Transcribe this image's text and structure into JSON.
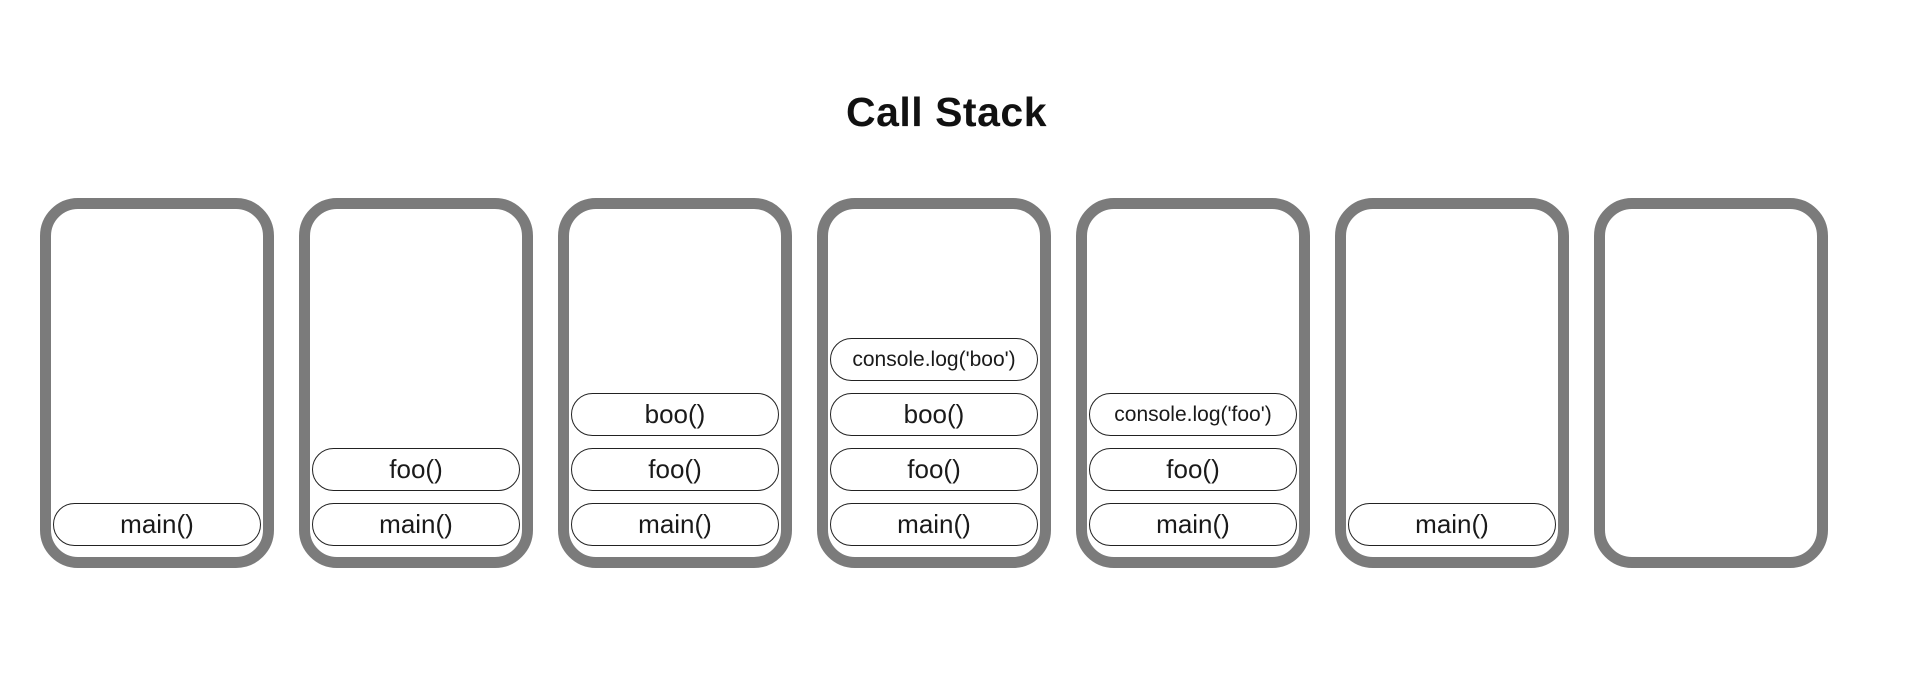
{
  "title": "Call Stack",
  "colors": {
    "background": "#ffffff",
    "frame_border": "#7b7b7b",
    "pill_border": "#222222",
    "pill_text": "#1a1a1a",
    "title_text": "#111111"
  },
  "frames": [
    {
      "items": [
        {
          "label": "main()",
          "small": false
        }
      ]
    },
    {
      "items": [
        {
          "label": "foo()",
          "small": false
        },
        {
          "label": "main()",
          "small": false
        }
      ]
    },
    {
      "items": [
        {
          "label": "boo()",
          "small": false
        },
        {
          "label": "foo()",
          "small": false
        },
        {
          "label": "main()",
          "small": false
        }
      ]
    },
    {
      "items": [
        {
          "label": "console.log('boo')",
          "small": true
        },
        {
          "label": "boo()",
          "small": false
        },
        {
          "label": "foo()",
          "small": false
        },
        {
          "label": "main()",
          "small": false
        }
      ]
    },
    {
      "items": [
        {
          "label": "console.log('foo')",
          "small": true
        },
        {
          "label": "foo()",
          "small": false
        },
        {
          "label": "main()",
          "small": false
        }
      ]
    },
    {
      "items": [
        {
          "label": "main()",
          "small": false
        }
      ]
    },
    {
      "items": []
    }
  ]
}
